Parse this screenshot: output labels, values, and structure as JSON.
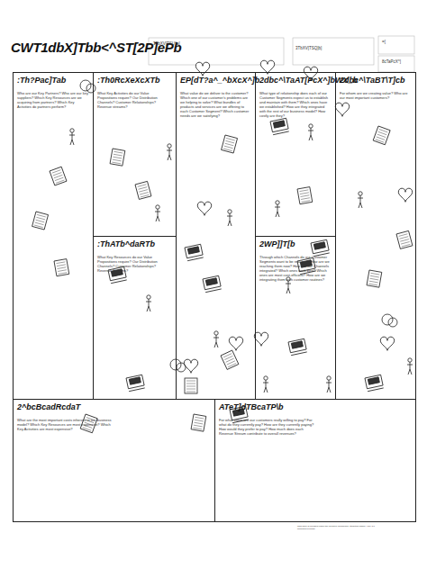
{
  "diagram": {
    "title": "CWT1dbX]Tbb<^ST[2P]ePb",
    "nodes": [
      {
        "text": [
          ":Th?Pac]Tab",
          "Who are our Key Partners? Who are our key suppliers? Which Key Resources are we acquiring from partners? Which Key Activities do partners perform?"
        ]
      },
      {
        "text": [
          ":Th0RcXeXcXTb",
          "What Key Activities do our Value Propositions require? Our Distribution Channels? Customer Relationships? Revenue streams?"
        ]
      },
      {
        "text": [
          "EP[dT?a^_^bXcX^]b",
          "What value do we deliver to the customer? Which one of our customer's problems are we helping to solve? What bundles of products and services are we offering to each Customer Segment? Which customer needs are we satisfying?"
        ]
      },
      {
        "text": [
          "2dbc^\\TaAT[PcX^]bWX_b",
          "What type of relationship does each of our Customer Segments expect us to establish and maintain with them? Which ones have we established? How are they integrated with the rest of our business model? How costly are they?"
        ]
      },
      {
        "text": [
          "2dbc^\\TaBT\\T]cb",
          "For whom are we creating value? Who are our most important customers?"
        ]
      },
      {
        "text": [
          ":ThATb^daRTb",
          "What Key Resources do our Value Propositions require? Our Distribution Channels? Customer Relationships? Revenue Streams?"
        ]
      },
      {
        "text": [
          "2WP]]T[b",
          "Through which Channels do our Customer Segments want to be reached? How are we reaching them now? How are our Channels integrated? Which ones work best? Which ones are most cost-efficient? How are we integrating them with customer routines?"
        ]
      },
      {
        "text": [
          "2^bcBcadRcdaT",
          "What are the most important costs inherent in our business model? Which Key Resources are most expensive? Which Key Activities are most expensive?"
        ]
      },
      {
        "text": [
          "ATeT]dTBcaTP\\b",
          "For what value are our customers really willing to pay? For what do they currently pay? How are they currently paying? How would they prefer to pay? How much does each Revenue Stream contribute to overall revenues?"
        ]
      }
    ],
    "labels": [
      "3TbXV[TSU^a]",
      "3TbXV[TSQ]b]",
      "=[",
      "8cTaPcX^]",
      "This work is licensed under the Creative Commons Attribution-Share Alike 3.0 Unported License."
    ]
  }
}
